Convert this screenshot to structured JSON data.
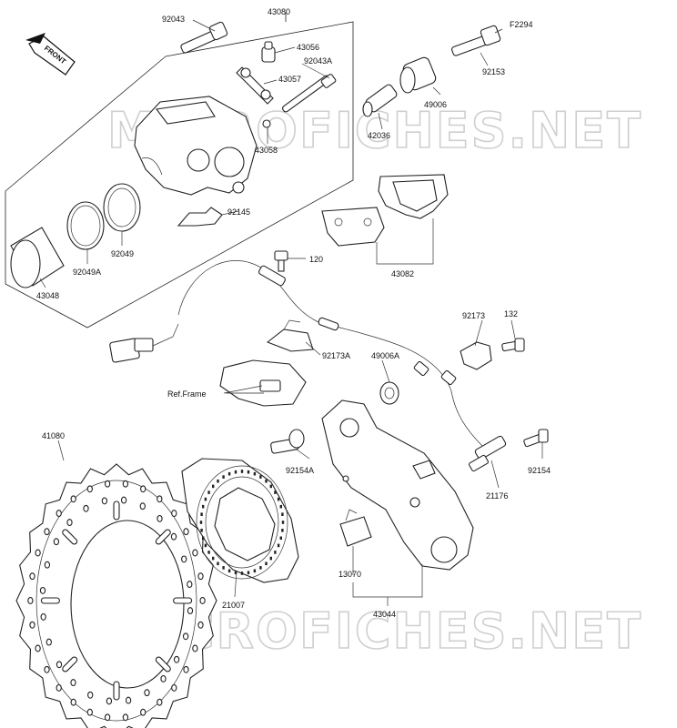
{
  "diagram": {
    "watermark": "MICROFICHES.NET",
    "front_badge": "FRONT",
    "ref_label": "Ref.Frame",
    "labels": {
      "p92043": "92043",
      "p43080": "43080",
      "pF2294": "F2294",
      "p43056": "43056",
      "p92043A": "92043A",
      "p43057": "43057",
      "p92153": "92153",
      "p49006": "49006",
      "p42036": "42036",
      "p43058": "43058",
      "p92145": "92145",
      "p92049": "92049",
      "p92049A": "92049A",
      "p43048": "43048",
      "p43082": "43082",
      "p120": "120",
      "p92173": "92173",
      "p132": "132",
      "p92173A": "92173A",
      "p49006A": "49006A",
      "p41080": "41080",
      "p92154A": "92154A",
      "p92154": "92154",
      "p21176": "21176",
      "p13070": "13070",
      "p21007": "21007",
      "p43044": "43044"
    }
  }
}
